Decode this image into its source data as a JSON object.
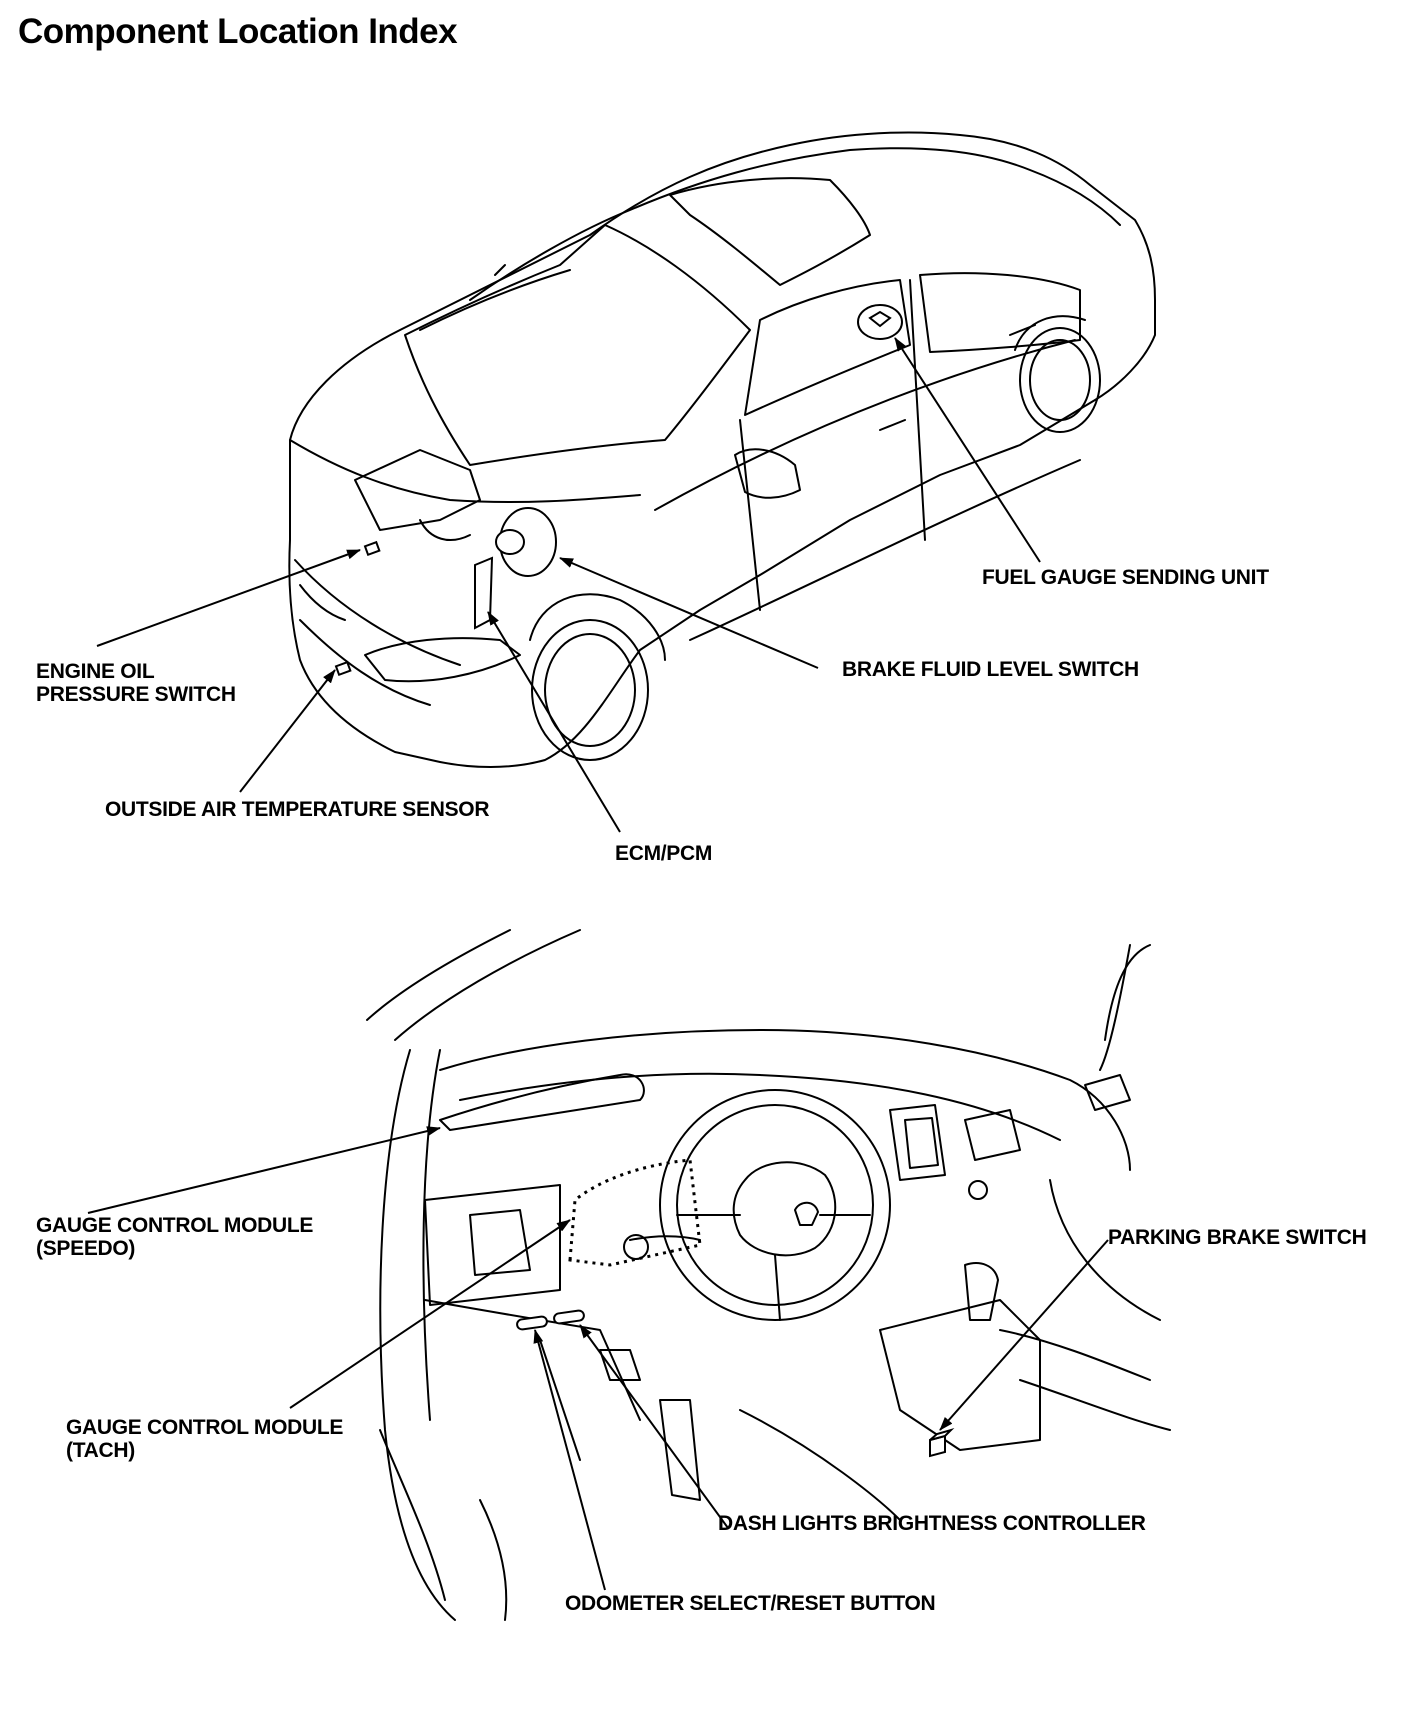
{
  "page": {
    "title": "Component Location Index"
  },
  "upper_diagram": {
    "labels": {
      "fuel_gauge_sending_unit": "FUEL GAUGE SENDING UNIT",
      "engine_oil_pressure_switch": [
        "ENGINE OIL",
        "PRESSURE SWITCH"
      ],
      "brake_fluid_level_switch": "BRAKE FLUID LEVEL SWITCH",
      "outside_air_temperature_sensor": "OUTSIDE AIR TEMPERATURE SENSOR",
      "ecm_pcm": "ECM/PCM"
    }
  },
  "lower_diagram": {
    "labels": {
      "gauge_control_module_speedo": [
        "GAUGE CONTROL MODULE",
        "(SPEEDO)"
      ],
      "parking_brake_switch": "PARKING BRAKE SWITCH",
      "gauge_control_module_tach": [
        "GAUGE CONTROL MODULE",
        "(TACH)"
      ],
      "dash_lights_brightness_controller": "DASH LIGHTS BRIGHTNESS CONTROLLER",
      "odometer_select_reset_button": "ODOMETER SELECT/RESET BUTTON"
    }
  },
  "style": {
    "ink_color": "#000000",
    "paper_color": "#ffffff"
  }
}
